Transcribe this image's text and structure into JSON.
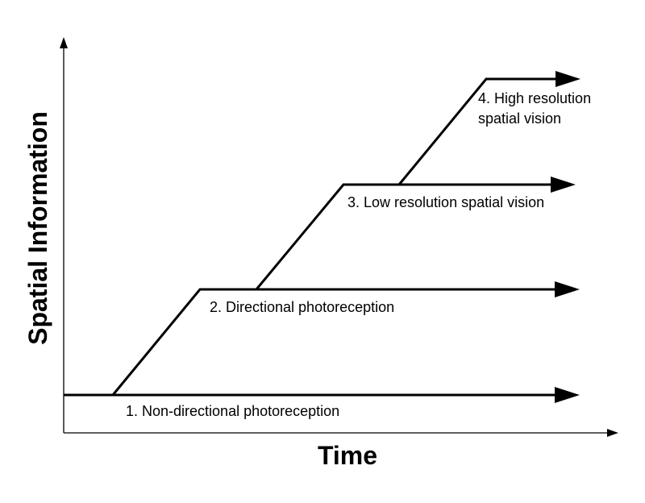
{
  "axes": {
    "x_label": "Time",
    "y_label": "Spatial Information"
  },
  "stages": [
    {
      "label": "1. Non-directional photoreception"
    },
    {
      "label": "2. Directional photoreception"
    },
    {
      "label": "3. Low resolution spatial vision"
    },
    {
      "label_line1": "4. High resolution",
      "label_line2": "spatial vision"
    }
  ],
  "colors": {
    "line": "#000000",
    "background": "#ffffff"
  }
}
